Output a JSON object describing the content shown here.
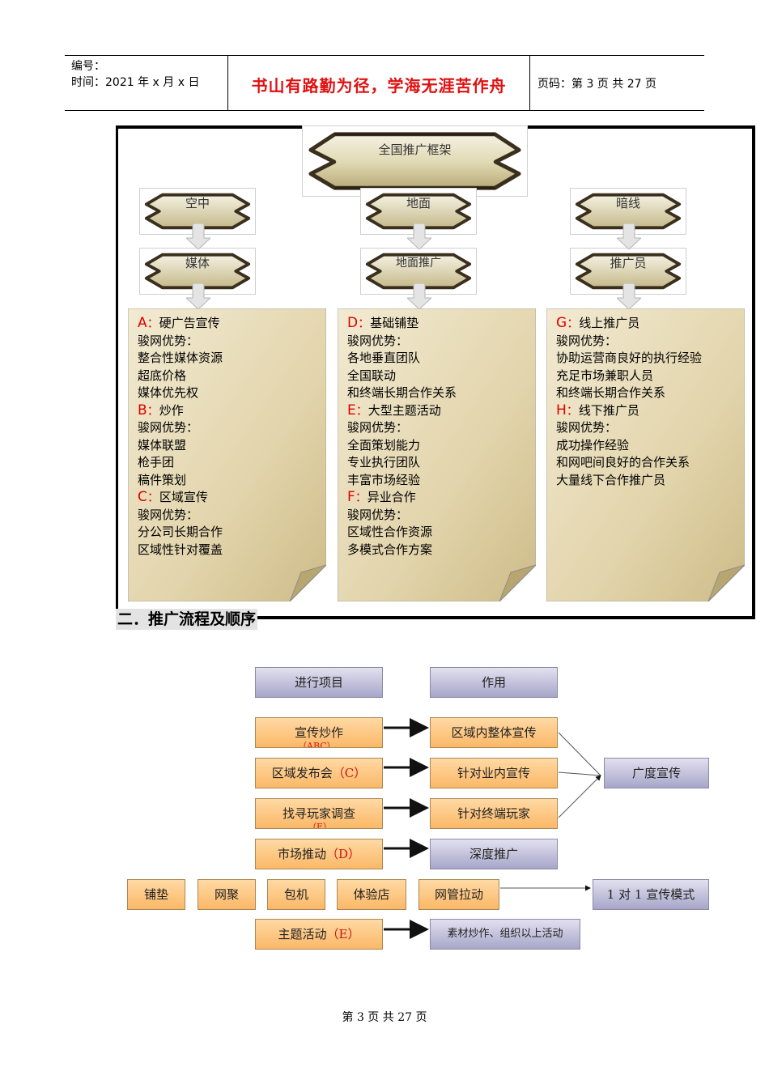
{
  "header": {
    "number_label": "编号：",
    "date": "时间：2021 年 x 月 x 日",
    "motto": "书山有路勤为径，学海无涯苦作舟",
    "page_info": "页码：第 3 页  共 27 页"
  },
  "framework": {
    "top": "全国推广框架",
    "columns": [
      {
        "level1": "空中",
        "level2": "媒体"
      },
      {
        "level1": "地面",
        "level2": "地面推广"
      },
      {
        "level1": "暗线",
        "level2": "推广员"
      }
    ],
    "panels": [
      {
        "rows": [
          {
            "letter": "A",
            "text": "硬广告宣传"
          },
          {
            "text": "骏网优势："
          },
          {
            "text": "整合性媒体资源"
          },
          {
            "text": "超底价格"
          },
          {
            "text": "媒体优先权"
          },
          {
            "letter": "B",
            "text": "炒作"
          },
          {
            "text": "骏网优势："
          },
          {
            "text": "媒体联盟"
          },
          {
            "text": "枪手团"
          },
          {
            "text": "稿件策划"
          },
          {
            "letter": "C",
            "text": "区域宣传"
          },
          {
            "text": "骏网优势："
          },
          {
            "text": "分公司长期合作"
          },
          {
            "text": "区域性针对覆盖"
          }
        ]
      },
      {
        "rows": [
          {
            "letter": "D",
            "text": "基础铺垫"
          },
          {
            "text": "骏网优势："
          },
          {
            "text": "各地垂直团队"
          },
          {
            "text": "全国联动"
          },
          {
            "text": "和终端长期合作关系"
          },
          {
            "letter": "E",
            "text": "大型主题活动"
          },
          {
            "text": "骏网优势："
          },
          {
            "text": "全面策划能力"
          },
          {
            "text": "专业执行团队"
          },
          {
            "text": "丰富市场经验"
          },
          {
            "letter": "F",
            "text": "异业合作"
          },
          {
            "text": "骏网优势："
          },
          {
            "text": "区域性合作资源"
          },
          {
            "text": "多模式合作方案"
          }
        ]
      },
      {
        "rows": [
          {
            "letter": "G",
            "text": "线上推广员"
          },
          {
            "text": "骏网优势："
          },
          {
            "text": "协助运营商良好的执行经验"
          },
          {
            "text": "充足市场兼职人员"
          },
          {
            "text": "和终端长期合作关系"
          },
          {
            "letter": "H",
            "text": "线下推广员"
          },
          {
            "text": "骏网优势："
          },
          {
            "text": "成功操作经验"
          },
          {
            "text": "和网吧间良好的合作关系"
          },
          {
            "text": "大量线下合作推广员"
          }
        ]
      }
    ]
  },
  "section_title": "二．推广流程及顺序",
  "flow": {
    "header_project": "进行项目",
    "header_effect": "作用",
    "row1_project": "宣传炒作",
    "row1_overflow": "（ABC）",
    "row1_effect": "区域内整体宣传",
    "row2_project": "区域发布会",
    "row2_code": "（C）",
    "row2_effect": "针对业内宣传",
    "row3_project": "找寻玩家调查",
    "row3_overflow": "（E）",
    "row3_effect": "针对终端玩家",
    "row4_project": "市场推动",
    "row4_code": "（D）",
    "row4_effect": "深度推广",
    "broad": "广度宣传",
    "bottom_items": [
      "铺垫",
      "网聚",
      "包机",
      "体验店",
      "网管拉动"
    ],
    "one_to_one": "1 对 1 宣传模式",
    "row6_project": "主题活动",
    "row6_code": "（E）",
    "row6_effect": "素材炒作、组织以上活动"
  },
  "footer": "第  3  页  共  27  页"
}
